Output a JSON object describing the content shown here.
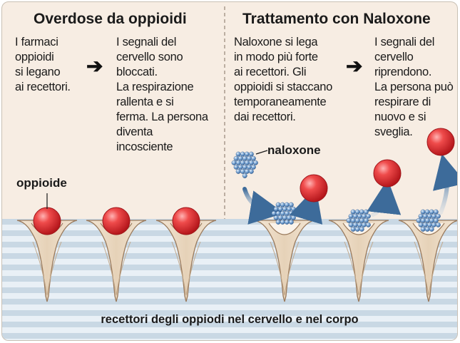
{
  "left_panel": {
    "title": "Overdose da oppioidi",
    "step1": "I farmaci\noppioidi\nsi legano\nai recettori.",
    "step2": "I segnali del\ncervello sono\nbloccati.\nLa respirazione\nrallenta e si\nferma. La persona\ndiventa\nincosciente",
    "label_opioid": "oppioide"
  },
  "right_panel": {
    "title": "Trattamento con Naloxone",
    "step1": "Naloxone si lega\nin modo più forte\nai recettori. Gli\noppioidi  si staccano\ntemporaneamente\ndai recettori.",
    "step2": "I segnali del\ncervello\nriprendono.\nLa persona può\nrespirare di\nnuovo e si\nsveglia.",
    "label_naloxone": "naloxone"
  },
  "arrow_glyph": "➔",
  "caption": "recettori degli oppiodi nel cervello e nel corpo",
  "colors": {
    "background": "#f7ede3",
    "membrane_stripes": [
      "#c9d8e4",
      "#e7eff5"
    ],
    "receptor": "#eddcc6",
    "receptor_outline": "#9a7a5c",
    "opioid": "#e23b3b",
    "naloxone": "#5a8fc7",
    "motion_arrow": "#4d79a6",
    "divider": "#a89a8c"
  },
  "icons": {
    "opioid": "red-sphere",
    "naloxone": "blue-bead-cluster",
    "receptor": "v-shaped-receptor",
    "step_arrow": "right-arrow"
  }
}
